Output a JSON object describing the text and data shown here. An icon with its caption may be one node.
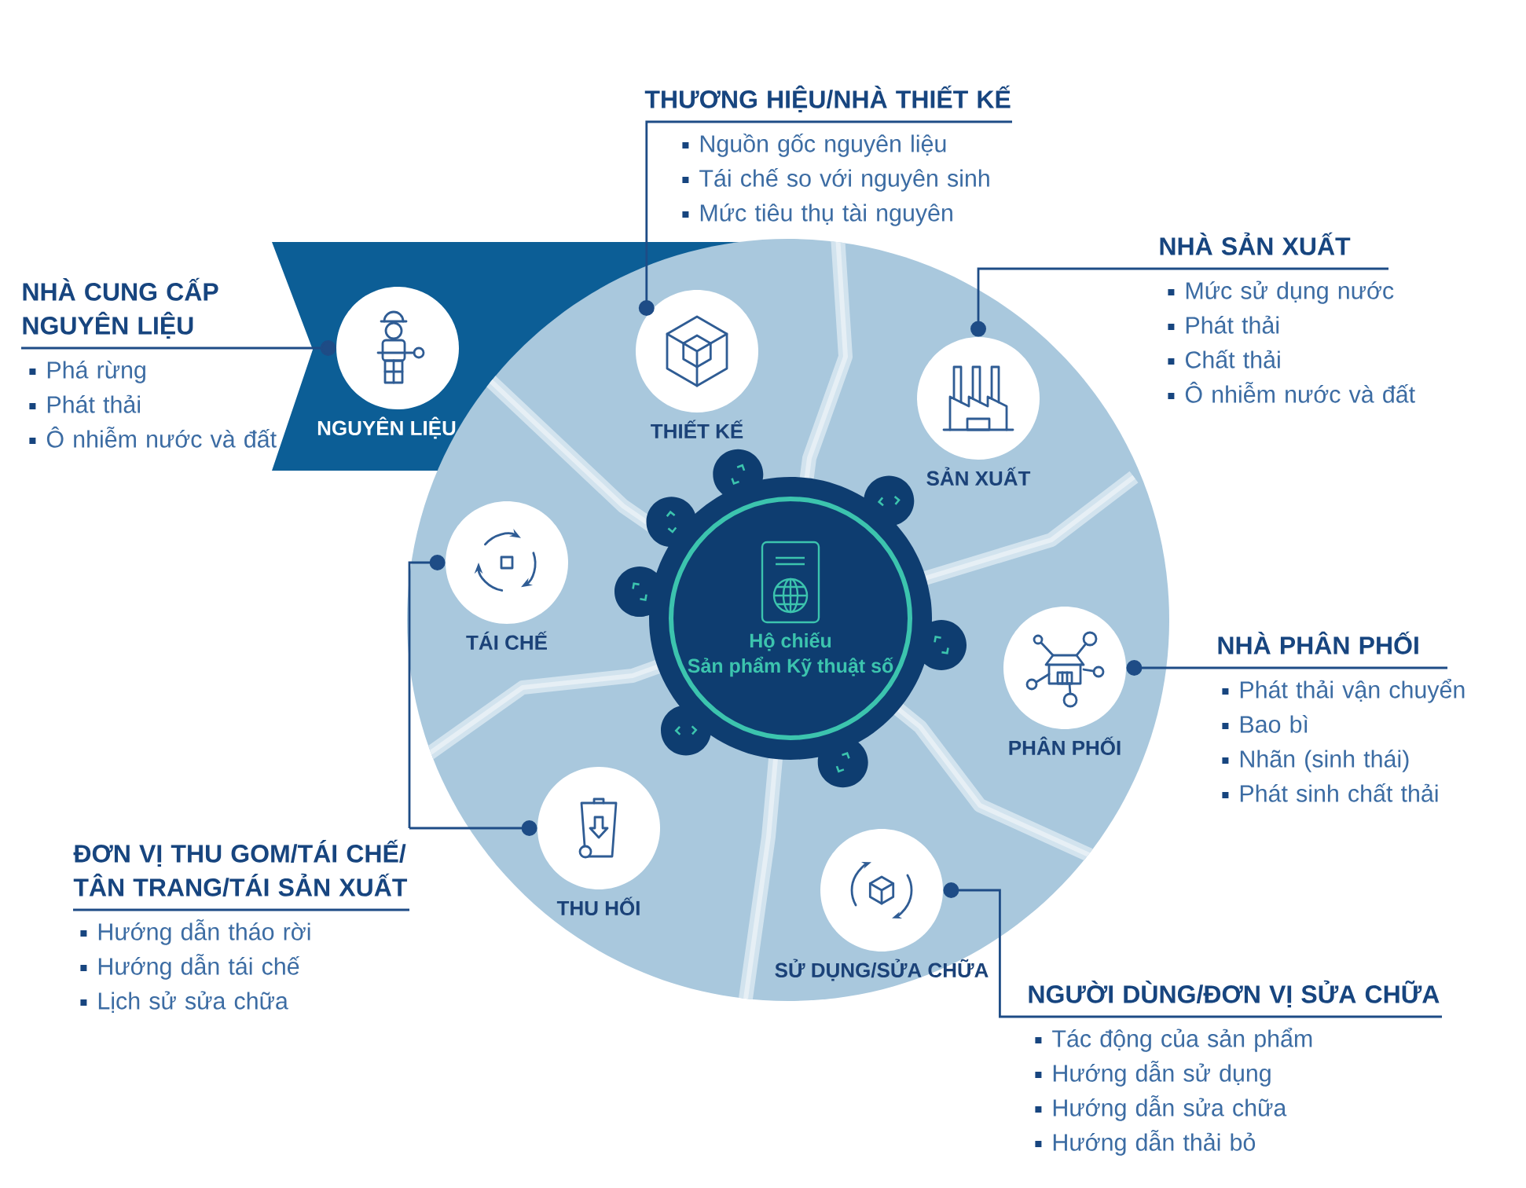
{
  "diagram": {
    "nodes": [
      {
        "text": [
          "Hộ chiếu",
          "Sản phẩm Kỹ thuật số"
        ]
      },
      {
        "text": [
          "NGUYÊN LIỆU"
        ]
      },
      {
        "text": [
          "THIẾT KẾ"
        ]
      },
      {
        "text": [
          "SẢN XUẤT"
        ]
      },
      {
        "text": [
          "PHÂN PHỐI"
        ]
      },
      {
        "text": [
          "SỬ DỤNG/SỬA CHỮA"
        ]
      },
      {
        "text": [
          "THU HỐI"
        ]
      },
      {
        "text": [
          "TÁI CHẾ"
        ]
      },
      {
        "text": [
          "NHÀ CUNG CẤP NGUYÊN LIỆU",
          "Phá rừng",
          "Phát thải",
          "Ô nhiễm nước và đất"
        ]
      },
      {
        "text": [
          "THƯƠNG HIỆU/NHÀ THIẾT KẾ",
          "Nguồn gốc nguyên liệu",
          "Tái chế so với nguyên sinh",
          "Mức tiêu thụ tài nguyên"
        ]
      },
      {
        "text": [
          "NHÀ SẢN XUẤT",
          "Mức sử dụng nước",
          "Phát thải",
          "Chất thải",
          "Ô nhiễm nước và đất"
        ]
      },
      {
        "text": [
          "NHÀ PHÂN PHỐI",
          "Phát thải vận chuyển",
          "Bao bì",
          "Nhãn (sinh thái)",
          "Phát sinh chất thải"
        ]
      },
      {
        "text": [
          "NGƯỜI DÙNG/ĐƠN VỊ SỬA CHỮA",
          "Tác động của sản phẩm",
          "Hướng dẫn sử dụng",
          "Hướng dẫn sửa chữa",
          "Hướng dẫn thải bỏ"
        ]
      },
      {
        "text": [
          "ĐƠN VỊ THU GOM/TÁI CHẾ/ TÂN TRANG/TÁI SẢN XUẤT",
          "Hướng dẫn tháo rời",
          "Hướng dẫn tái chế",
          "Lịch sử sửa chữa"
        ]
      }
    ],
    "edges": [
      {
        "from": 8,
        "to": 1,
        "arrow": "other"
      },
      {
        "from": 9,
        "to": 2,
        "arrow": "other"
      },
      {
        "from": 10,
        "to": 3,
        "arrow": "other"
      },
      {
        "from": 11,
        "to": 4,
        "arrow": "other"
      },
      {
        "from": 12,
        "to": 5,
        "arrow": "other"
      },
      {
        "from": 13,
        "to": 7,
        "arrow": "other"
      },
      {
        "from": 13,
        "to": 6,
        "arrow": "other"
      }
    ]
  }
}
